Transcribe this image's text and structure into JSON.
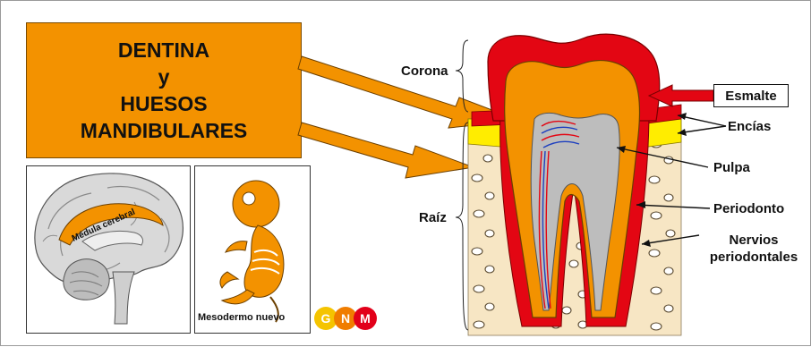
{
  "title": {
    "line1": "DENTINA",
    "line2": "y",
    "line3": "HUESOS",
    "line4": "MANDIBULARES"
  },
  "brain_panel": {
    "label": "Médula cerebral"
  },
  "embryo_panel": {
    "label": "Mesodermo nuevo"
  },
  "tooth": {
    "corona": "Corona",
    "raiz": "Raíz",
    "esmalte": "Esmalte",
    "encias": "Encías",
    "pulpa": "Pulpa",
    "periodonto": "Periodonto",
    "nervios_line1": "Nervios",
    "nervios_line2": "periodontales"
  },
  "logo": {
    "g": "G",
    "n": "N",
    "m": "M"
  },
  "colors": {
    "orange": "#f39200",
    "enamel_red": "#e30613",
    "gum_yellow": "#ffed00",
    "bone_beige": "#f7e6c4",
    "pulp_gray": "#bdbdbd",
    "logo_yellow": "#f5c400",
    "logo_orange": "#f07d00",
    "logo_red": "#e2001a"
  }
}
